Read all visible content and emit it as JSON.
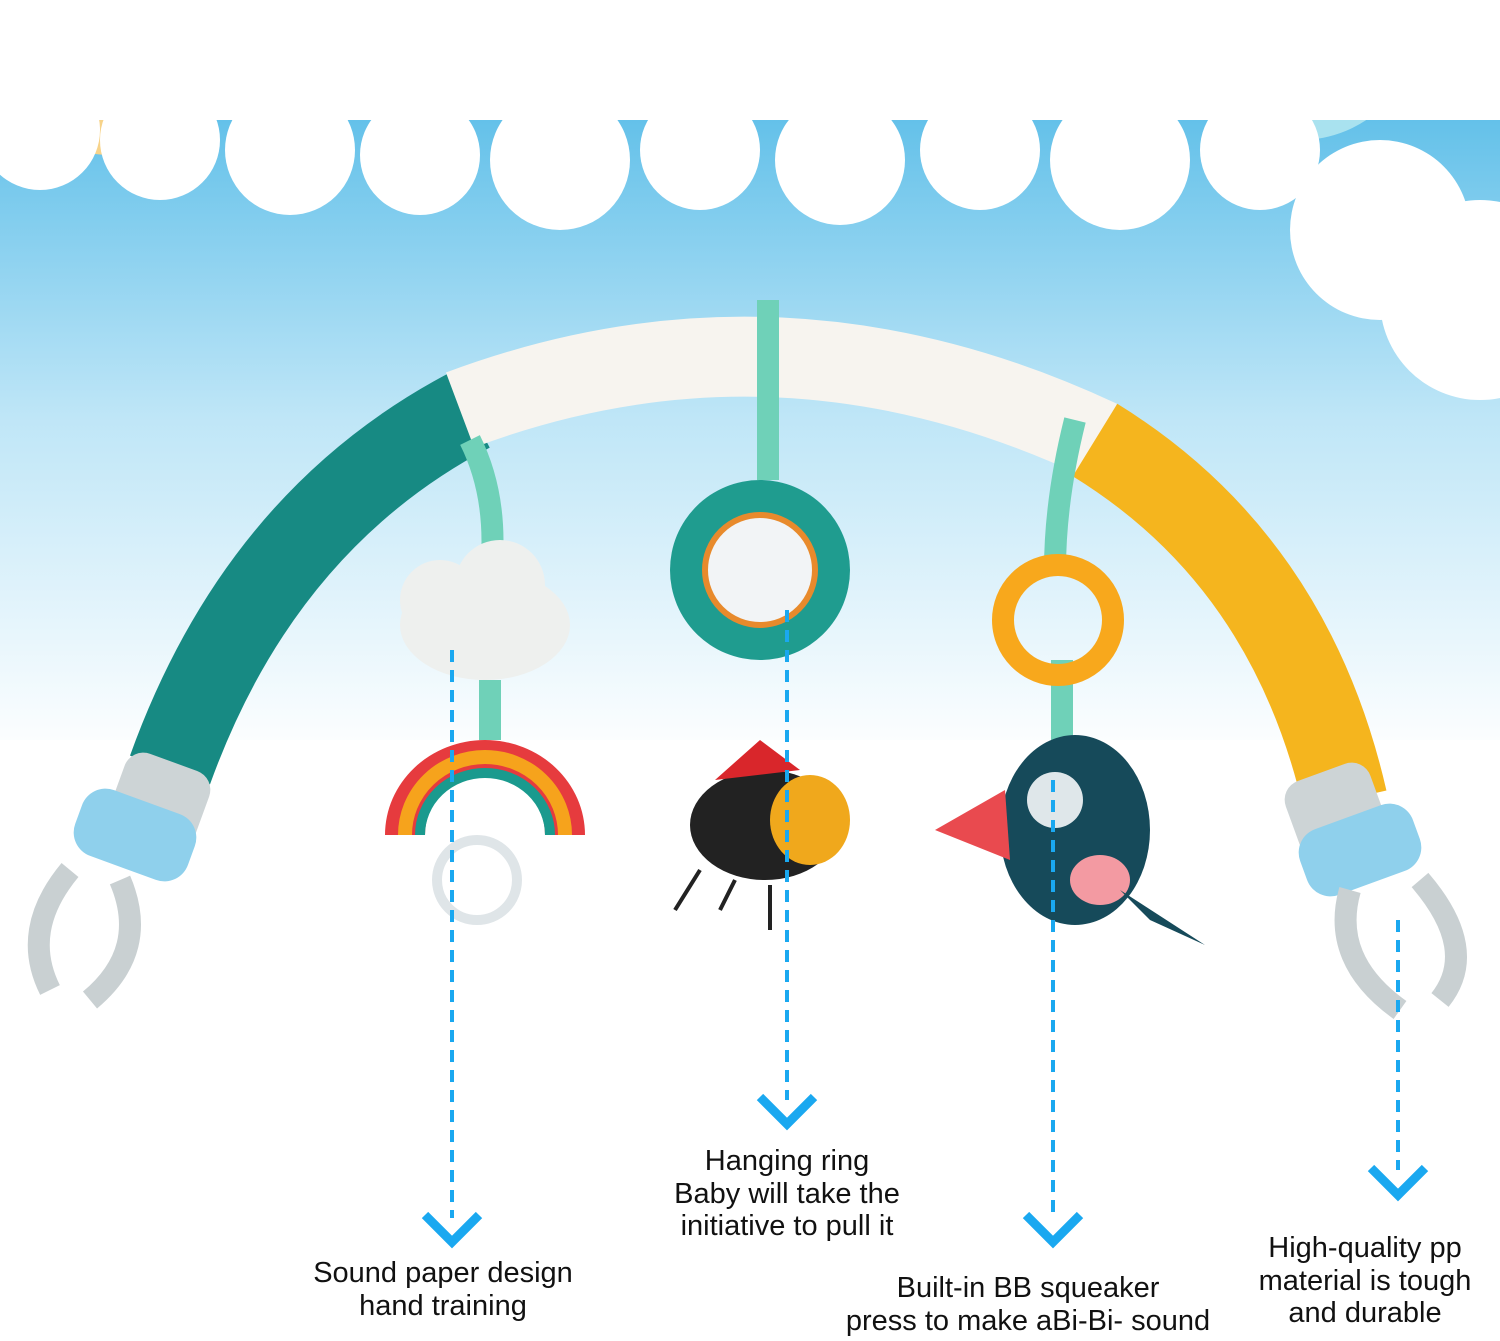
{
  "colors": {
    "sky_top": "#3fb4e6",
    "sky_bottom": "#ffffff",
    "accent": "#1aa8f0",
    "teal": "#1a8c86",
    "yellow": "#f5b51e"
  },
  "callouts": [
    {
      "name": "sound-paper",
      "lines": [
        "Sound paper design",
        "hand training"
      ]
    },
    {
      "name": "hanging-ring",
      "lines": [
        "Hanging ring",
        "Baby will take the",
        "initiative to pull it"
      ]
    },
    {
      "name": "bb-squeaker",
      "lines": [
        "Built-in BB squeaker",
        "press to make aBi-Bi- sound"
      ]
    },
    {
      "name": "pp-material",
      "lines": [
        "High-quality pp",
        "material is tough",
        "and durable"
      ]
    }
  ]
}
